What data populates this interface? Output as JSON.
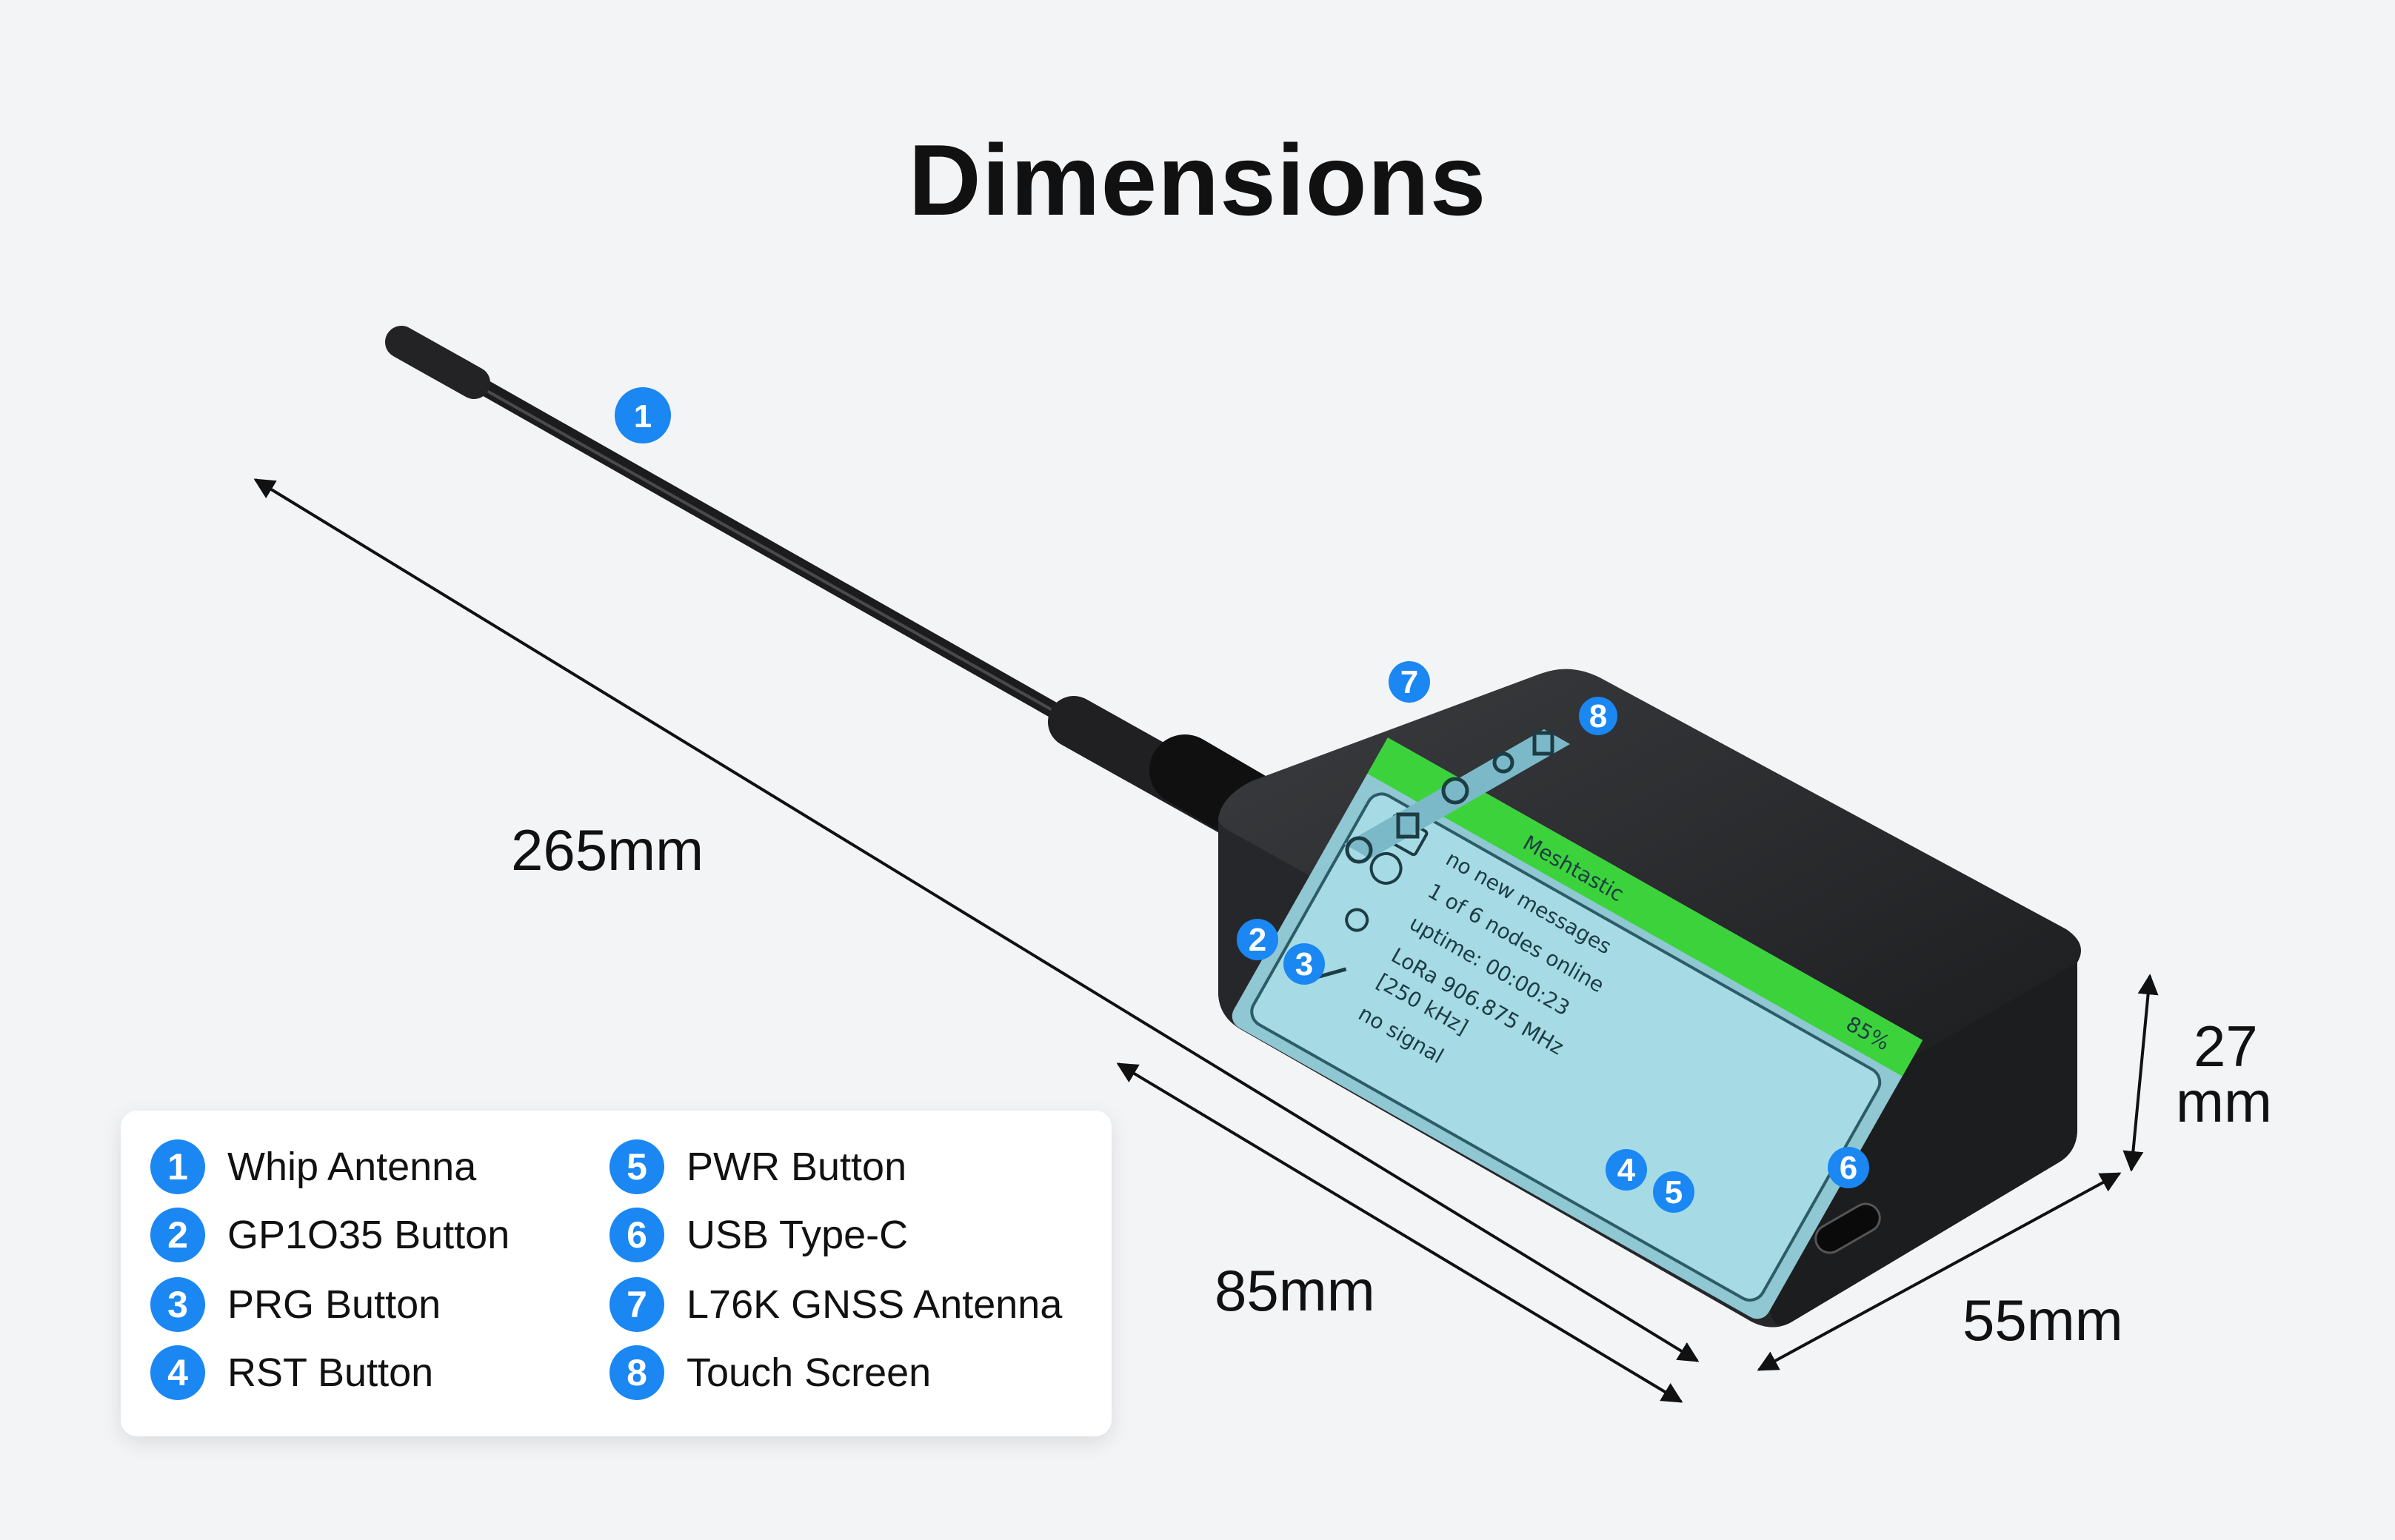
{
  "title": "Dimensions",
  "dimensions": {
    "length": "265mm",
    "width": "85mm",
    "depth": "55mm",
    "height_value": "27",
    "height_unit": "mm"
  },
  "screen": {
    "brand": "Meshtastic",
    "battery": "85%",
    "lines": [
      "no new messages",
      "1 of 6 nodes online",
      "uptime: 00:00:23",
      "LoRa 906.875 MHz",
      "[250 kHz]",
      "no signal"
    ]
  },
  "legend": [
    {
      "number": "1",
      "label": "Whip Antenna"
    },
    {
      "number": "2",
      "label": "GP1O35 Button"
    },
    {
      "number": "3",
      "label": "PRG Button"
    },
    {
      "number": "4",
      "label": "RST Button"
    },
    {
      "number": "5",
      "label": "PWR Button"
    },
    {
      "number": "6",
      "label": "USB Type-C"
    },
    {
      "number": "7",
      "label": "L76K GNSS Antenna"
    },
    {
      "number": "8",
      "label": "Touch Screen"
    }
  ],
  "colors": {
    "badge": "#1a87f2",
    "screen_header": "#3cd23c",
    "screen": "#a6dbe6",
    "device": "#333538"
  }
}
